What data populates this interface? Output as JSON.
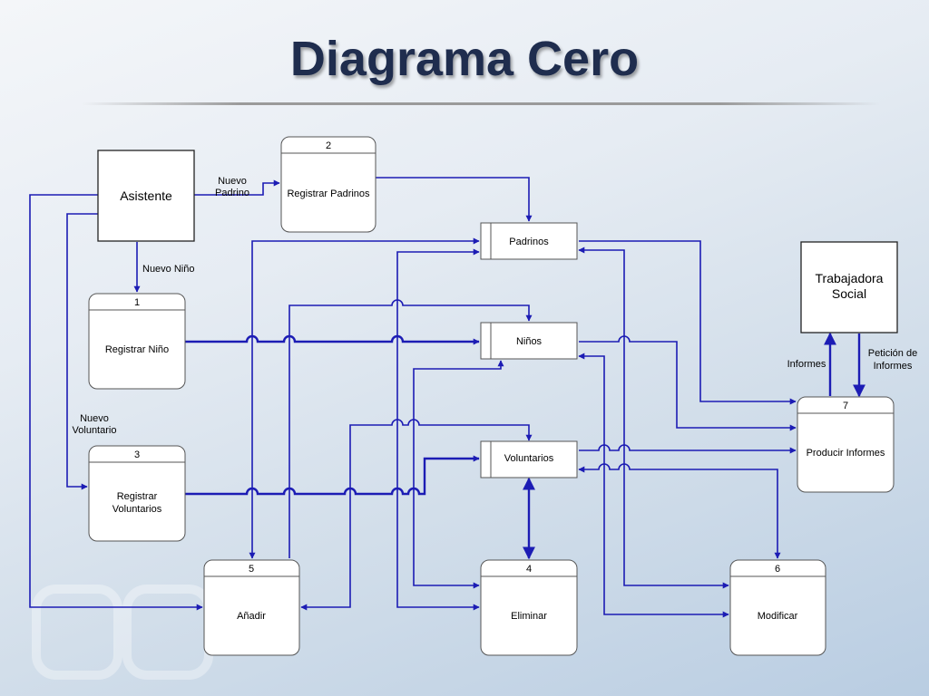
{
  "slide": {
    "title": "Diagrama Cero"
  },
  "entities": {
    "asistente": "Asistente",
    "trabajadora_line1": "Trabajadora",
    "trabajadora_line2": "Social"
  },
  "processes": [
    {
      "number": "1",
      "line1": "Registrar Niño",
      "line2": ""
    },
    {
      "number": "2",
      "line1": "Registrar Padrinos",
      "line2": ""
    },
    {
      "number": "3",
      "line1": "Registrar",
      "line2": "Voluntarios"
    },
    {
      "number": "4",
      "line1": "Eliminar",
      "line2": ""
    },
    {
      "number": "5",
      "line1": "Añadir",
      "line2": ""
    },
    {
      "number": "6",
      "line1": "Modificar",
      "line2": ""
    },
    {
      "number": "7",
      "line1": "Producir Informes",
      "line2": ""
    }
  ],
  "data_stores": {
    "padrinos": "Padrinos",
    "ninos": "Niños",
    "voluntarios": "Voluntarios"
  },
  "flow_labels": {
    "nuevo_padrino_1": "Nuevo",
    "nuevo_padrino_2": "Padrino",
    "nuevo_nino": "Nuevo Niño",
    "nuevo_voluntario_1": "Nuevo",
    "nuevo_voluntario_2": "Voluntario",
    "informes": "Informes",
    "peticion_1": "Petición de",
    "peticion_2": "Informes"
  },
  "colors": {
    "flow": "#1c1cb4",
    "title": "#1f2d4e"
  }
}
